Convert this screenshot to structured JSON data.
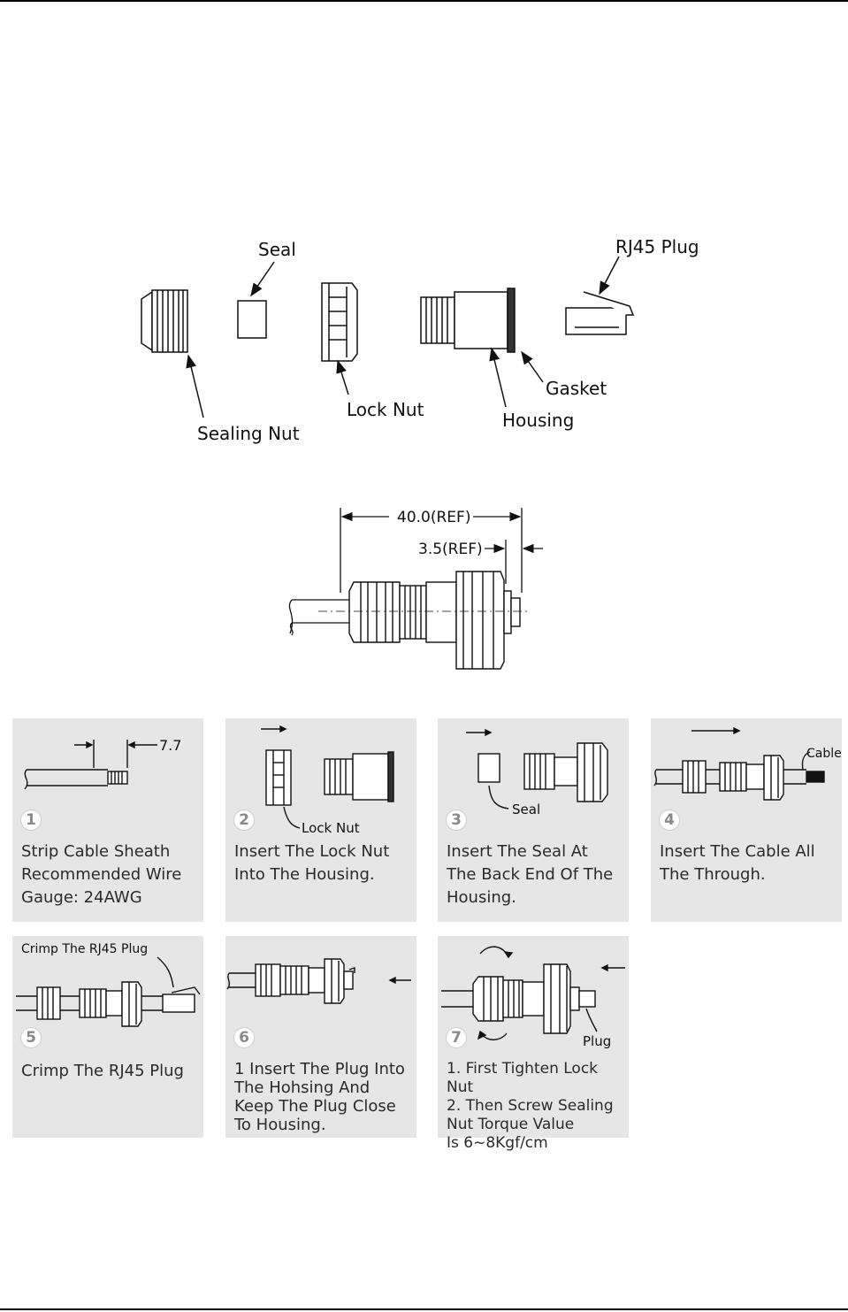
{
  "parts_diagram": {
    "labels": {
      "seal": "Seal",
      "rj45_plug": "RJ45 Plug",
      "sealing_nut": "Sealing Nut",
      "lock_nut": "Lock Nut",
      "gasket": "Gasket",
      "housing": "Housing"
    }
  },
  "dimension_drawing": {
    "overall_length": "40.0(REF)",
    "gasket_offset": "3.5(REF)"
  },
  "steps": [
    {
      "number": "1",
      "callouts": [
        "7.7"
      ],
      "text": "Strip Cable Sheath\nRecommended Wire\nGauge: 24AWG"
    },
    {
      "number": "2",
      "callouts": [
        "Lock Nut"
      ],
      "text": "Insert The Lock Nut\nInto The Housing."
    },
    {
      "number": "3",
      "callouts": [
        "Seal"
      ],
      "text": "Insert The Seal At\nThe Back End Of  The\nHousing."
    },
    {
      "number": "4",
      "callouts": [
        "Cable"
      ],
      "text": "Insert The Cable All\nThe Through."
    },
    {
      "number": "5",
      "callouts": [
        "Crimp The RJ45 Plug"
      ],
      "text": "Crimp The RJ45 Plug"
    },
    {
      "number": "6",
      "callouts": [],
      "text": "1 Insert The Plug Into\nThe Hohsing And\nKeep The Plug Close\nTo Housing."
    },
    {
      "number": "7",
      "callouts": [
        "Plug"
      ],
      "text": "1. First Tighten Lock  Nut\n2. Then Screw Sealing\n    Nut Torque Value\n    Is 6~8Kgf/cm"
    }
  ]
}
